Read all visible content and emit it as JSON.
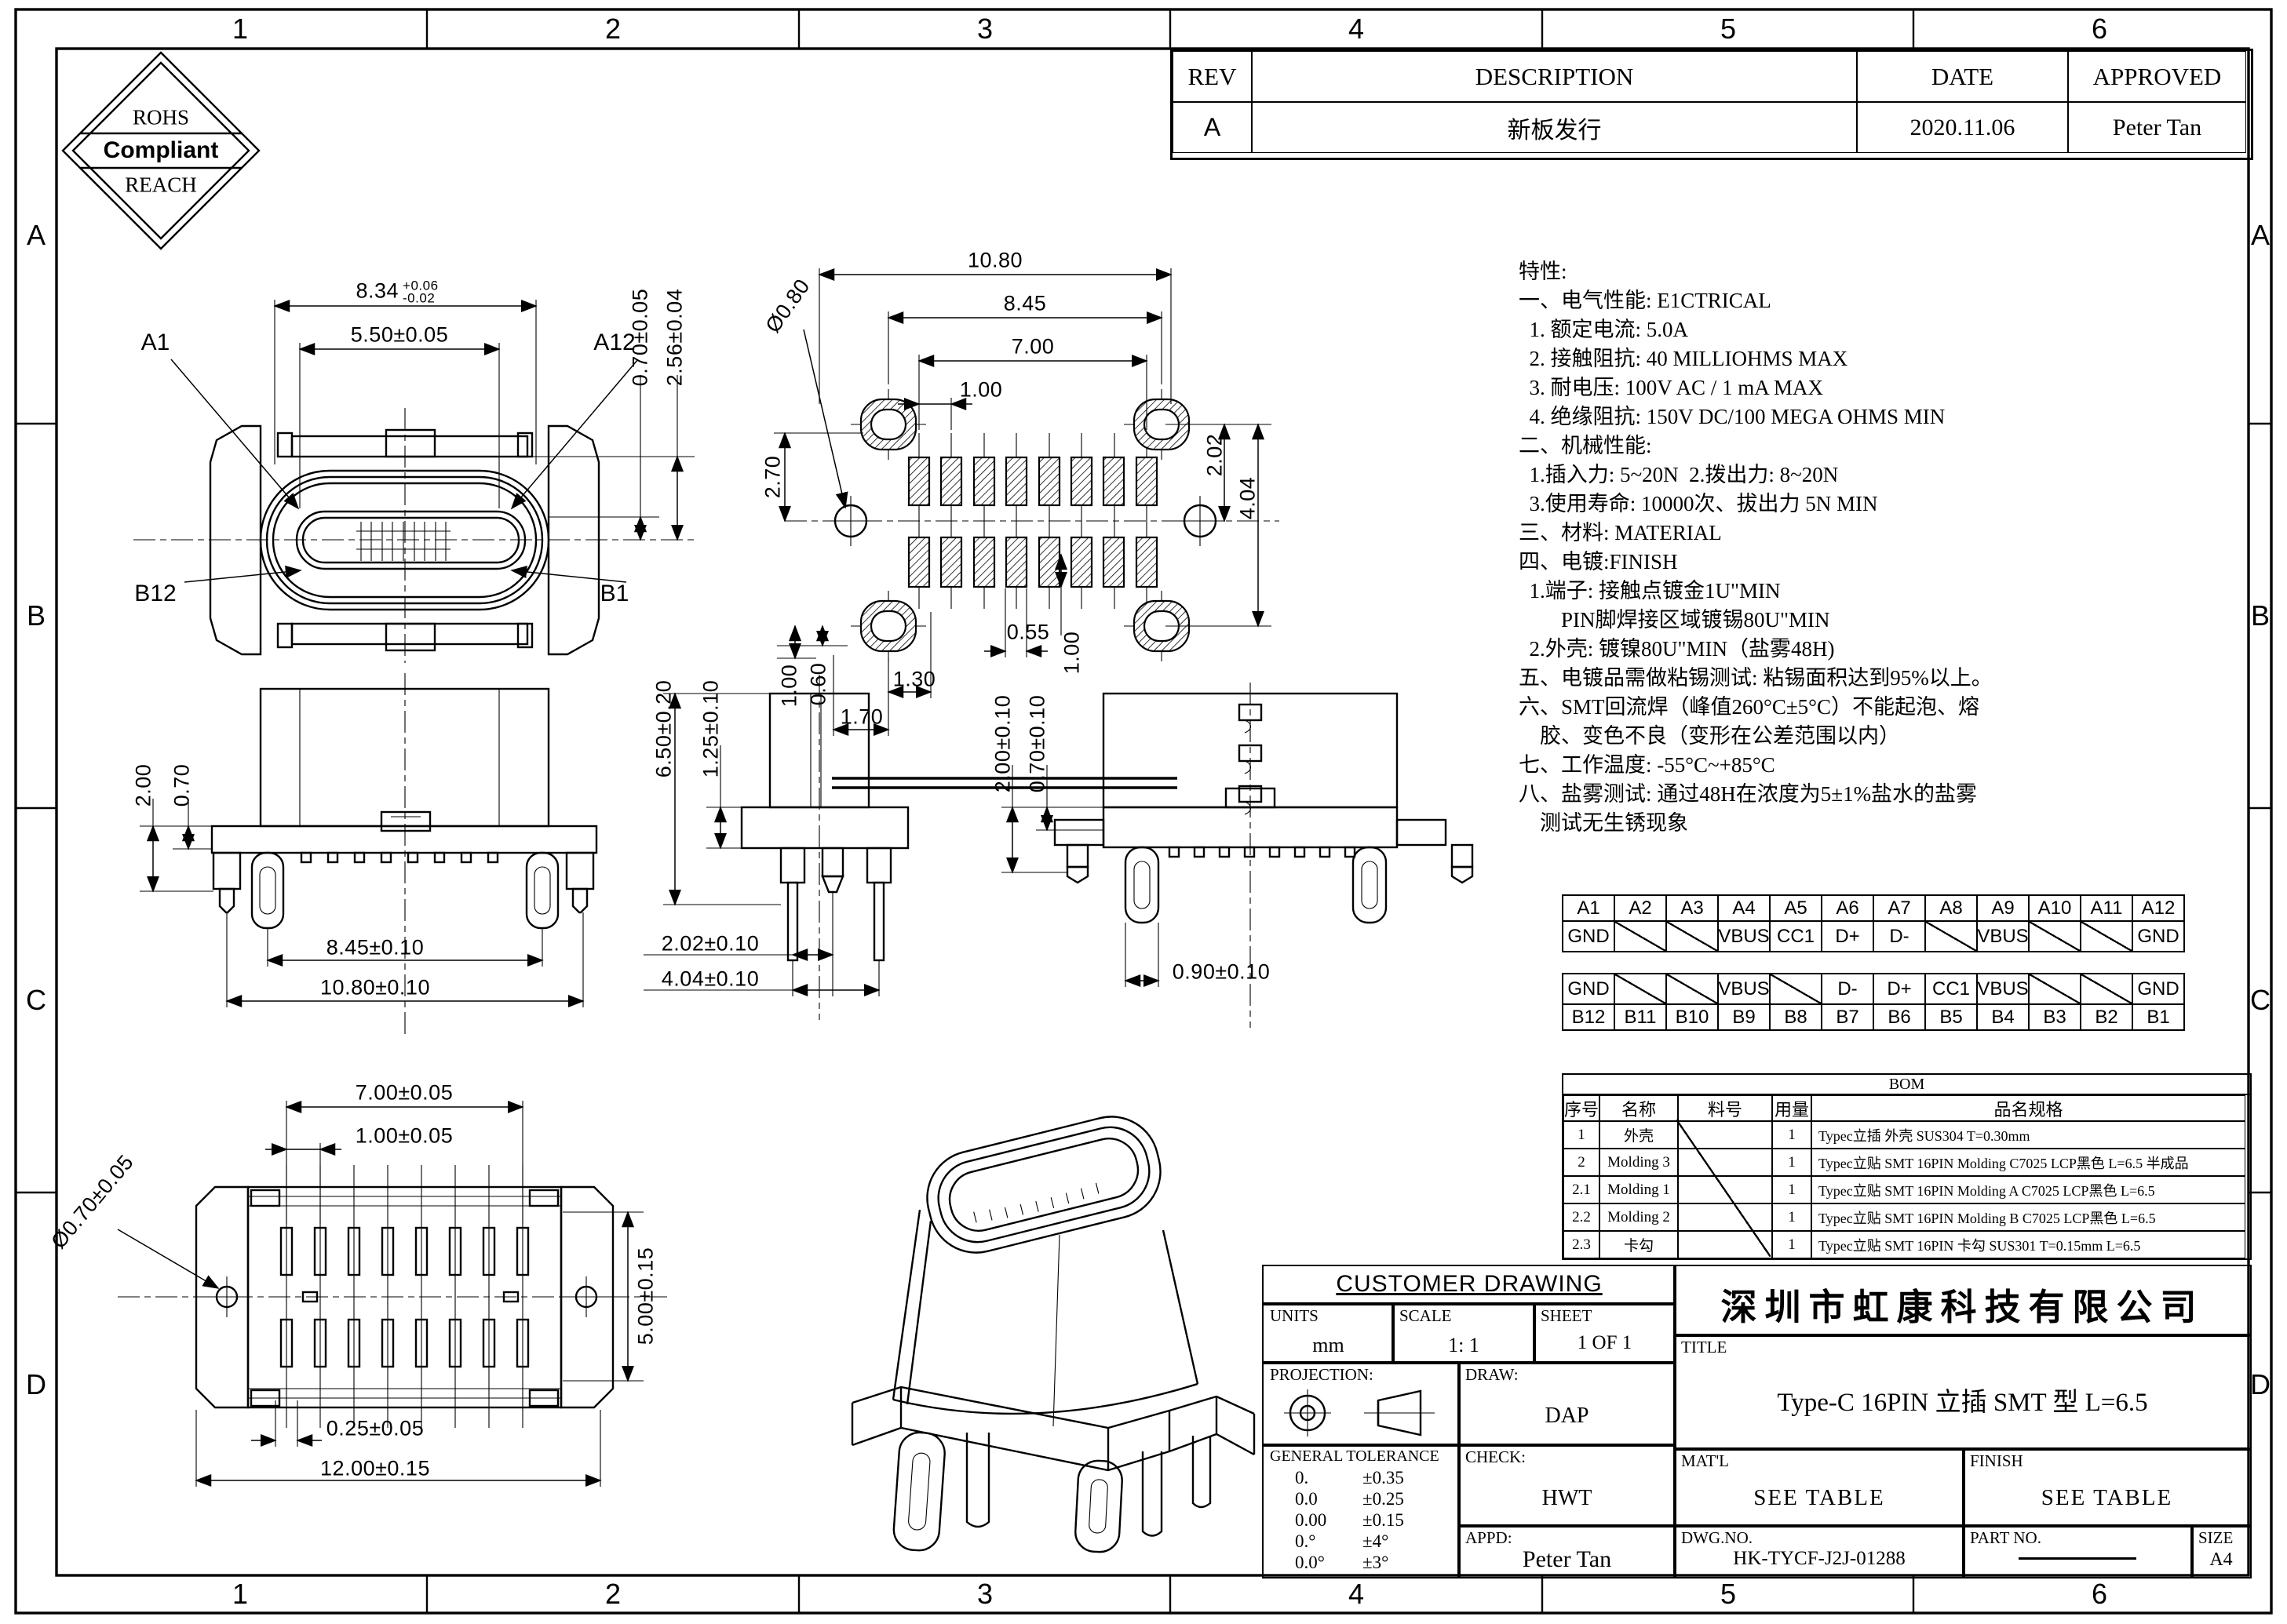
{
  "sheet": {
    "cols": [
      "1",
      "2",
      "3",
      "4",
      "5",
      "6"
    ],
    "rows": [
      "A",
      "B",
      "C",
      "D"
    ],
    "rohs": {
      "top": "ROHS",
      "mid": "Compliant",
      "bottom": "REACH"
    }
  },
  "rev_table": {
    "rev_h": "REV",
    "desc_h": "DESCRIPTION",
    "date_h": "DATE",
    "appr_h": "APPROVED",
    "rev": "A",
    "desc": "新板发行",
    "date": "2020.11.06",
    "appr": "Peter Tan"
  },
  "notes": {
    "lines": [
      "特性:",
      "一、电气性能: E1CTRICAL",
      "  1. 额定电流: 5.0A",
      "  2. 接触阻抗: 40 MILLIOHMS MAX",
      "  3. 耐电压: 100V AC / 1 mA MAX",
      "  4. 绝缘阻抗: 150V DC/100 MEGA OHMS MIN",
      "二、机械性能:",
      "  1.插入力: 5~20N  2.拨出力: 8~20N",
      "  3.使用寿命: 10000次、拔出力 5N MIN",
      "三、材料: MATERIAL",
      "四、电镀:FINISH",
      "  1.端子: 接触点镀金1U\"MIN",
      "        PIN脚焊接区域镀锡80U\"MIN",
      "  2.外壳: 镀镍80U\"MIN（盐雾48H)",
      "五、电镀品需做粘锡测试: 粘锡面积达到95%以上。",
      "六、SMT回流焊（峰值260°C±5°C）不能起泡、熔",
      "    胶、变色不良（变形在公差范围以内）",
      "七、工作温度: -55°C~+85°C",
      "八、盐雾测试: 通过48H在浓度为5±1%盐水的盐雾",
      "    测试无生锈现象"
    ]
  },
  "views": {
    "front": {
      "d834": "8.34",
      "d834_tol_plus": "+0.06",
      "d834_tol_minus": "-0.02",
      "d550": "5.50±0.05",
      "a1": "A1",
      "a12": "A12",
      "b12": "B12",
      "b1": "B1",
      "d070": "0.70±0.05",
      "d256": "2.56±0.04"
    },
    "footprint": {
      "d1080": "10.80",
      "d845": "8.45",
      "d700": "7.00",
      "d100": "1.00",
      "dphi": "Ø0.80",
      "d270": "2.70",
      "d202": "2.02",
      "d404": "4.04",
      "d055": "0.55",
      "d100b": "1.00",
      "d130": "1.30",
      "d170": "1.70",
      "d060": "0.60",
      "d100c": "1.00"
    },
    "front_legs": {
      "d200": "2.00",
      "d070": "0.70",
      "d845": "8.45±0.10",
      "d1080": "10.80±0.10"
    },
    "side": {
      "d650": "6.50±0.20",
      "d125": "1.25±0.10",
      "d202": "2.02±0.10",
      "d404": "4.04±0.10"
    },
    "rear": {
      "d200": "2.00±0.10",
      "d070": "0.70±0.10",
      "d090": "0.90±0.10"
    },
    "bottom": {
      "d700": "7.00±0.05",
      "d100": "1.00±0.05",
      "dphi": "Ø0.70±0.05",
      "d500": "5.00±0.15",
      "d025": "0.25±0.05",
      "d1200": "12.00±0.15"
    }
  },
  "pin_table": {
    "top_labels": [
      "A1",
      "A2",
      "A3",
      "A4",
      "A5",
      "A6",
      "A7",
      "A8",
      "A9",
      "A10",
      "A11",
      "A12"
    ],
    "top_values": [
      "GND",
      "",
      "",
      "VBUS",
      "CC1",
      "D+",
      "D-",
      "",
      "VBUS",
      "",
      "",
      "GND"
    ],
    "bottom_values": [
      "GND",
      "",
      "",
      "VBUS",
      "",
      "D-",
      "D+",
      "CC1",
      "VBUS",
      "",
      "",
      "GND"
    ],
    "bottom_labels": [
      "B12",
      "B11",
      "B10",
      "B9",
      "B8",
      "B7",
      "B6",
      "B5",
      "B4",
      "B3",
      "B2",
      "B1"
    ]
  },
  "bom": {
    "title": "BOM",
    "headers": [
      "序号",
      "名称",
      "料号",
      "用量",
      "品名规格"
    ],
    "rows": [
      [
        "1",
        "外壳",
        "",
        "1",
        "Typec立插 外壳 SUS304 T=0.30mm"
      ],
      [
        "2",
        "Molding 3",
        "",
        "1",
        "Typec立贴 SMT 16PIN Molding C7025 LCP黑色 L=6.5 半成品"
      ],
      [
        "2.1",
        "Molding 1",
        "",
        "1",
        "Typec立贴 SMT 16PIN Molding A C7025 LCP黑色 L=6.5"
      ],
      [
        "2.2",
        "Molding 2",
        "",
        "1",
        "Typec立贴 SMT 16PIN Molding B C7025 LCP黑色 L=6.5"
      ],
      [
        "2.3",
        "卡勾",
        "",
        "1",
        "Typec立贴 SMT 16PIN 卡勾 SUS301 T=0.15mm L=6.5"
      ]
    ]
  },
  "title_block": {
    "customer_drawing": "CUSTOMER DRAWING",
    "units_label": "UNITS",
    "units": "mm",
    "scale_label": "SCALE",
    "scale": "1: 1",
    "sheet_label": "SHEET",
    "sheet": "1 OF 1",
    "projection_label": "PROJECTION:",
    "draw_label": "DRAW:",
    "draw": "DAP",
    "check_label": "CHECK:",
    "check": "HWT",
    "appd_label": "APPD:",
    "appd": "Peter Tan",
    "gt_label": "GENERAL  TOLERANCE",
    "gt_lines": [
      [
        "0.",
        "±0.35"
      ],
      [
        "0.0",
        "±0.25"
      ],
      [
        "0.00",
        "±0.15"
      ],
      [
        "0.°",
        "±4°"
      ],
      [
        "0.0°",
        "±3°"
      ]
    ],
    "company": "深圳市虹康科技有限公司",
    "title_label": "TITLE",
    "title": "Type-C 16PIN 立插 SMT 型 L=6.5",
    "matl_label": "MAT'L",
    "matl": "SEE TABLE",
    "finish_label": "FINISH",
    "finish": "SEE TABLE",
    "dwg_label": "DWG.NO.",
    "dwg": "HK-TYCF-J2J-01288",
    "part_label": "PART NO.",
    "size_label": "SIZE",
    "size": "A4"
  }
}
